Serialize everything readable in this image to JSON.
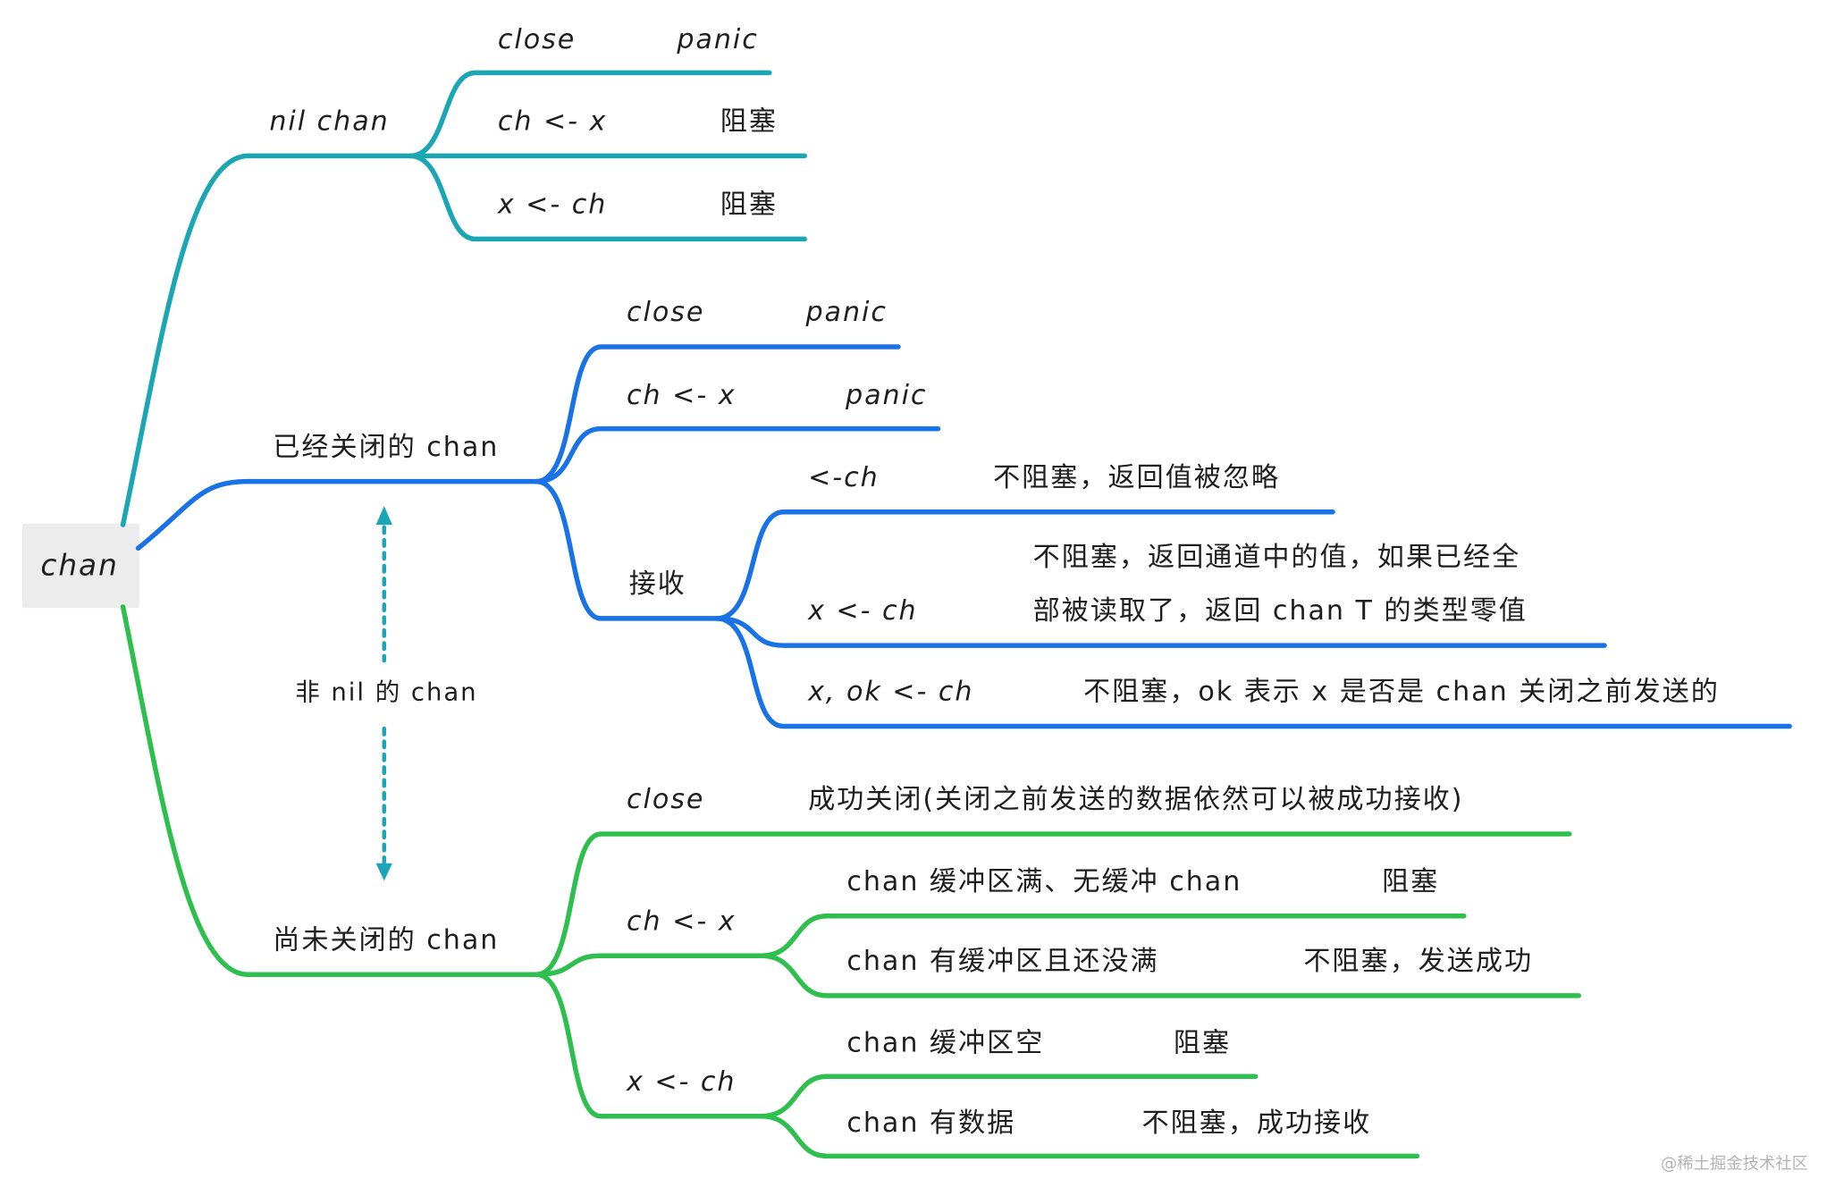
{
  "root": {
    "label": "chan"
  },
  "nil_chan": {
    "label": "nil chan",
    "cases": [
      {
        "op": "close",
        "result": "panic"
      },
      {
        "op": "ch <- x",
        "result": "阻塞"
      },
      {
        "op": "x <- ch",
        "result": "阻塞"
      }
    ]
  },
  "closed_chan": {
    "label": "已经关闭的 chan",
    "cases": [
      {
        "op": "close",
        "result": "panic"
      },
      {
        "op": "ch <- x",
        "result": "panic"
      }
    ],
    "receive": {
      "label": "接收",
      "cases": [
        {
          "op": "<-ch",
          "result": "不阻塞，返回值被忽略"
        },
        {
          "op": "x <- ch",
          "result_lines": [
            "不阻塞，返回通道中的值，如果已经全",
            "部被读取了，返回 chan T 的类型零值"
          ]
        },
        {
          "op": "x, ok <- ch",
          "result": "不阻塞，ok 表示 x 是否是 chan 关闭之前发送的"
        }
      ]
    }
  },
  "open_chan": {
    "label": "尚未关闭的 chan",
    "close": {
      "op": "close",
      "result": "成功关闭(关闭之前发送的数据依然可以被成功接收)"
    },
    "send": {
      "label": "ch <- x",
      "cases": [
        {
          "condition": "chan 缓冲区满、无缓冲 chan",
          "result": "阻塞"
        },
        {
          "condition": "chan 有缓冲区且还没满",
          "result": "不阻塞，发送成功"
        }
      ]
    },
    "recv": {
      "label": "x <- ch",
      "cases": [
        {
          "condition": "chan 缓冲区空",
          "result": "阻塞"
        },
        {
          "condition": "chan 有数据",
          "result": "不阻塞，成功接收"
        }
      ]
    }
  },
  "annotation": {
    "label": "非 nil 的 chan"
  },
  "watermark": "@稀土掘金技术社区",
  "colors": {
    "nil_branch": "#1ba6b4",
    "closed_branch": "#1a73e6",
    "open_branch": "#2fbf4f",
    "annotation_arrow": "#1aa6b7",
    "root_box": "#ececec",
    "text": "#1e1e1e",
    "watermark": "#b4b4b4"
  }
}
